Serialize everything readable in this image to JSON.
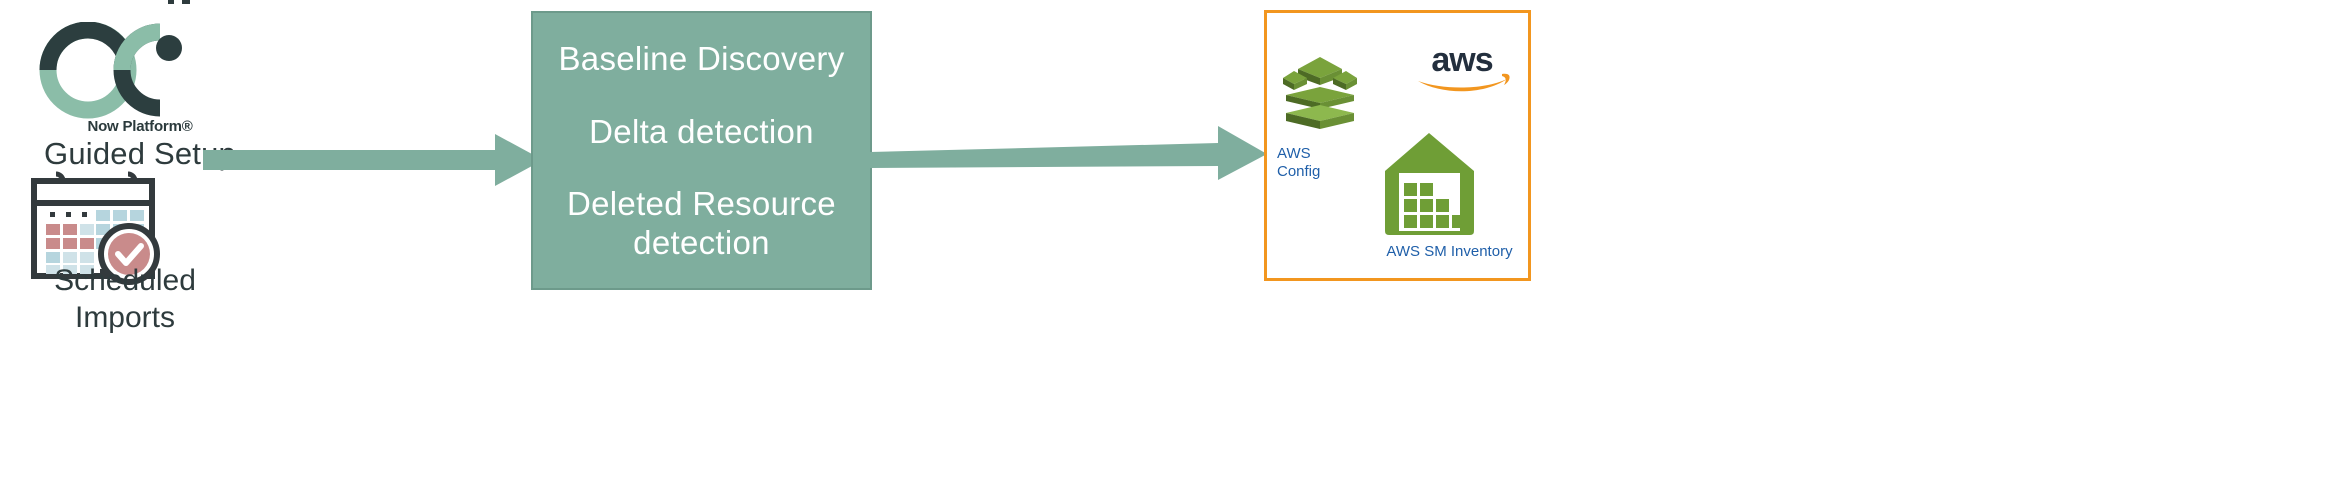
{
  "diagram": {
    "type": "flow",
    "background": "#ffffff",
    "accent_green": "#7fae9e",
    "accent_orange": "#f2961f",
    "accent_dark": "#2e3b3d",
    "accent_blue": "#1f5fa9",
    "aws_green": "#6f9e36"
  },
  "source": {
    "logo_name": "servicenow-now-platform-logo",
    "now_platform_label": "Now Platform®",
    "guided_setup_label": "Guided Setup",
    "calendar_icon_name": "scheduled-imports-calendar-icon",
    "scheduled_imports_line1": "Scheduled",
    "scheduled_imports_line2": "Imports"
  },
  "arrows": [
    {
      "name": "arrow-source-to-process",
      "direction": "right",
      "color": "#7fae9e"
    },
    {
      "name": "arrow-process-to-aws",
      "direction": "right",
      "color": "#7fae9e"
    }
  ],
  "process": {
    "box_fill": "#7fae9e",
    "box_border": "#6d9a8b",
    "lines": [
      "Baseline Discovery",
      "Delta detection",
      "Deleted Resource detection"
    ],
    "line1": "Baseline Discovery",
    "line2": "Delta detection",
    "line3a": "Deleted Resource",
    "line3b": "detection"
  },
  "target": {
    "border_color": "#f2961f",
    "aws_wordmark_text": "aws",
    "aws_wordmark_name": "aws-logo",
    "services": [
      {
        "icon_name": "aws-config-icon",
        "label_line1": "AWS",
        "label_line2": "Config"
      },
      {
        "icon_name": "aws-systems-manager-inventory-icon",
        "label": "AWS SM Inventory"
      }
    ],
    "aws_config_line1": "AWS",
    "aws_config_line2": "Config",
    "aws_sm_inventory_label": "AWS SM Inventory"
  }
}
